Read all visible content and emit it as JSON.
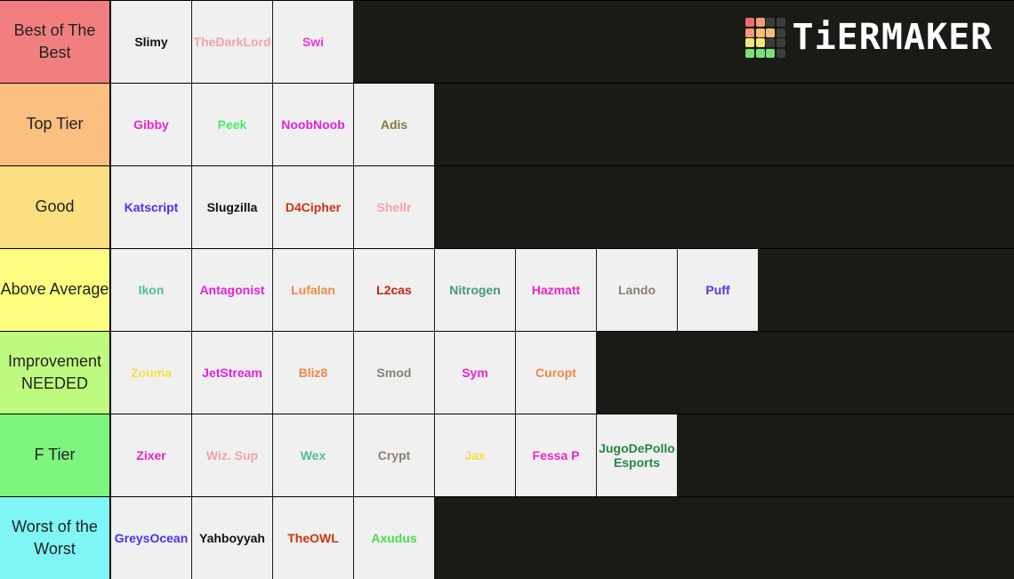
{
  "logo": {
    "text": "TiERMAKER",
    "grid_colors": [
      "#f06c6c",
      "#f39a7a",
      "#3c3c3c",
      "#3c3c3c",
      "#f39a7a",
      "#f3c07a",
      "#f3c07a",
      "#3c3c3c",
      "#f3e67a",
      "#f3e67a",
      "#3c3c3c",
      "#3c3c3c",
      "#7ae07a",
      "#7ae07a",
      "#7ae07a",
      "#3c3c3c"
    ]
  },
  "tiers": [
    {
      "label": "Best of The Best",
      "color": "#f27f7f",
      "items": [
        {
          "text": "Slimy",
          "color": "#111111"
        },
        {
          "text": "TheDarkLord",
          "color": "#f5a3a3"
        },
        {
          "text": "Swi",
          "color": "#ee33dd"
        }
      ]
    },
    {
      "label": "Top Tier",
      "color": "#fbbf7f",
      "items": [
        {
          "text": "Gibby",
          "color": "#ee22cc"
        },
        {
          "text": "Peek",
          "color": "#44ee66"
        },
        {
          "text": "NoobNoob",
          "color": "#dd22dd"
        },
        {
          "text": "Adis",
          "color": "#887733"
        }
      ]
    },
    {
      "label": "Good",
      "color": "#fcdf80",
      "items": [
        {
          "text": "Katscript",
          "color": "#4433ee"
        },
        {
          "text": "Slugzilla",
          "color": "#111111"
        },
        {
          "text": "D4Cipher",
          "color": "#cc3311"
        },
        {
          "text": "Shellr",
          "color": "#f5a3a3"
        }
      ]
    },
    {
      "label": "Above Average",
      "color": "#fdfd7f",
      "items": [
        {
          "text": "Ikon",
          "color": "#55bb99"
        },
        {
          "text": "Antagonist",
          "color": "#dd22dd"
        },
        {
          "text": "Lufalan",
          "color": "#ee8844"
        },
        {
          "text": "L2cas",
          "color": "#cc2211"
        },
        {
          "text": "Nitrogen",
          "color": "#449977"
        },
        {
          "text": "Hazmatt",
          "color": "#ee22cc"
        },
        {
          "text": "Lando",
          "color": "#8a7f74"
        },
        {
          "text": "Puff",
          "color": "#5533ee"
        }
      ]
    },
    {
      "label": "Improvement NEEDED",
      "color": "#befc7f",
      "items": [
        {
          "text": "Zouma",
          "color": "#f6e04a"
        },
        {
          "text": "JetStream",
          "color": "#dd22dd"
        },
        {
          "text": "Bliz8",
          "color": "#ee8844"
        },
        {
          "text": "Smod",
          "color": "#8a7f74"
        },
        {
          "text": "Sym",
          "color": "#ee22cc"
        },
        {
          "text": "Curopt",
          "color": "#ee8844"
        }
      ]
    },
    {
      "label": "F Tier",
      "color": "#7ef57f",
      "items": [
        {
          "text": "Zixer",
          "color": "#ee22cc"
        },
        {
          "text": "Wiz. Sup",
          "color": "#f5a3a3"
        },
        {
          "text": "Wex",
          "color": "#55bb99"
        },
        {
          "text": "Crypt",
          "color": "#8a7f74"
        },
        {
          "text": "Jax",
          "color": "#f6e04a"
        },
        {
          "text": "Fessa P",
          "color": "#ee22cc"
        },
        {
          "text": "JugoDePollo Esports",
          "color": "#228844"
        }
      ]
    },
    {
      "label": "Worst of the Worst",
      "color": "#7ff5f5",
      "items": [
        {
          "text": "GreysOcean",
          "color": "#4433ee"
        },
        {
          "text": "Yahboyyah",
          "color": "#111111"
        },
        {
          "text": "TheOWL",
          "color": "#cc3311"
        },
        {
          "text": "Axudus",
          "color": "#44dd55"
        }
      ]
    }
  ]
}
